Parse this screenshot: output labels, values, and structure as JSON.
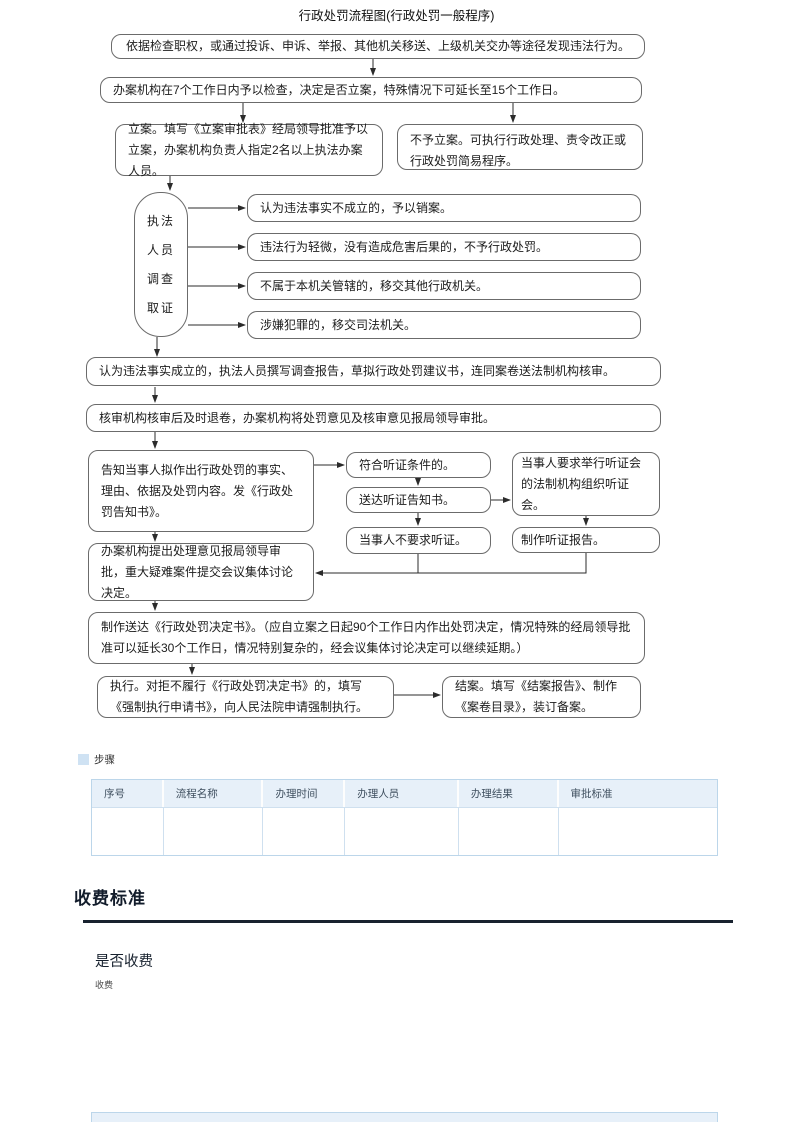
{
  "title": "行政处罚流程图(行政处罚一般程序)",
  "flowchart": {
    "discover": "依据检查职权，或通过投诉、申诉、举报、其他机关移送、上级机关交办等途径发现违法行为。",
    "review_7days": "办案机构在7个工作日内予以检查，决定是否立案，特殊情况下可延长至15个工作日。",
    "file_case": "立案。填写《立案审批表》经局领导批准予以立案，办案机构负责人指定2名以上执法办案人员。",
    "no_file_case": "不予立案。可执行行政处理、责令改正或行政处罚简易程序。",
    "investigate_lines": [
      "执法",
      "人员",
      "调查",
      "取证"
    ],
    "branch_dismiss": "认为违法事实不成立的，予以销案。",
    "branch_minor": "违法行为轻微，没有造成危害后果的，不予行政处罚。",
    "branch_transfer_admin": "不属于本机关管辖的，移交其他行政机关。",
    "branch_transfer_judicial": "涉嫌犯罪的，移交司法机关。",
    "established": "认为违法事实成立的，执法人员撰写调查报告，草拟行政处罚建议书，连同案卷送法制机构核审。",
    "review_return": "核审机构核审后及时退卷，办案机构将处罚意见及核审意见报局领导审批。",
    "notify": "告知当事人拟作出行政处罚的事实、理由、依据及处罚内容。发《行政处罚告知书》。",
    "hearing_eligible": "符合听证条件的。",
    "hearing_notice": "送达听证告知书。",
    "hearing_waived": "当事人不要求听证。",
    "hearing_requested": "当事人要求举行听证会的法制机构组织听证会。",
    "hearing_report": "制作听证报告。",
    "decide": "办案机构提出处理意见报局领导审批，重大疑难案件提交会议集体讨论决定。",
    "decision_doc": "制作送达《行政处罚决定书》。（应自立案之日起90个工作日内作出处罚决定，情况特殊的经局领导批准可以延长30个工作日，情况特别复杂的，经会议集体讨论决定可以继续延期。）",
    "execute": "执行。对拒不履行《行政处罚决定书》的，填写《强制执行申请书》，向人民法院申请强制执行。",
    "close_case": "结案。填写《结案报告》、制作《案卷目录》，装订备案。"
  },
  "steps": {
    "label": "步骤",
    "headers": [
      "序号",
      "流程名称",
      "办理时间",
      "办理人员",
      "办理结果",
      "审批标准"
    ],
    "rows": [
      [
        "",
        "",
        "",
        "",
        "",
        ""
      ]
    ]
  },
  "fees": {
    "heading": "收费标准",
    "question": "是否收费",
    "value": "收费"
  },
  "colors": {
    "table_border": "#bcd6ea",
    "table_header_bg": "#e7f0f9",
    "heading_dark": "#18222f",
    "box_border": "#6b6b6b",
    "steps_marker": "#cfe2f3"
  }
}
